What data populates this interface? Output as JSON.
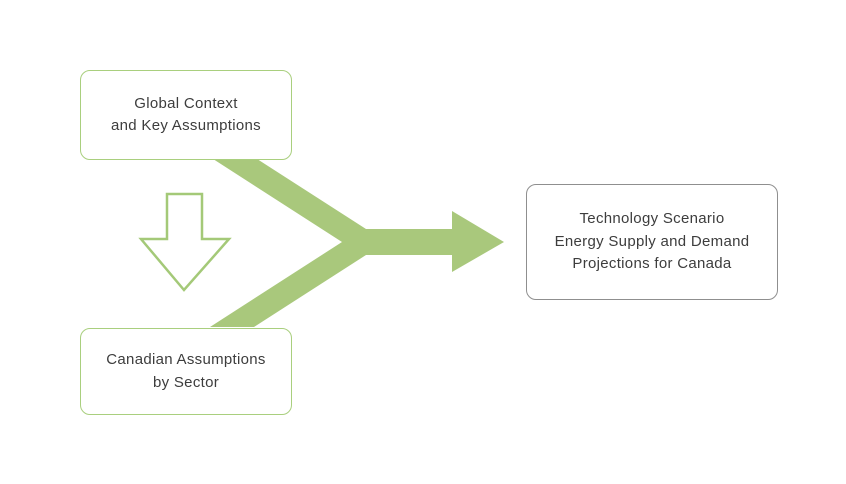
{
  "diagram": {
    "boxes": {
      "global_context": {
        "lines": [
          "Global Context",
          "and Key Assumptions"
        ]
      },
      "canadian_assumptions": {
        "lines": [
          "Canadian Assumptions",
          "by Sector"
        ]
      },
      "technology_scenario": {
        "lines": [
          "Technology Scenario",
          "Energy Supply and Demand",
          "Projections for Canada"
        ]
      }
    },
    "icons": {
      "down_arrow": "down-arrow-icon",
      "merge_arrow": "merge-right-arrow"
    },
    "colors": {
      "arrow_fill": "#a9c87c",
      "down_arrow_stroke": "#a4c978",
      "green_box_border": "#a9cf7e",
      "gray_box_border": "#8f8f8f",
      "text": "#3d3d3d",
      "background": "#ffffff"
    }
  }
}
